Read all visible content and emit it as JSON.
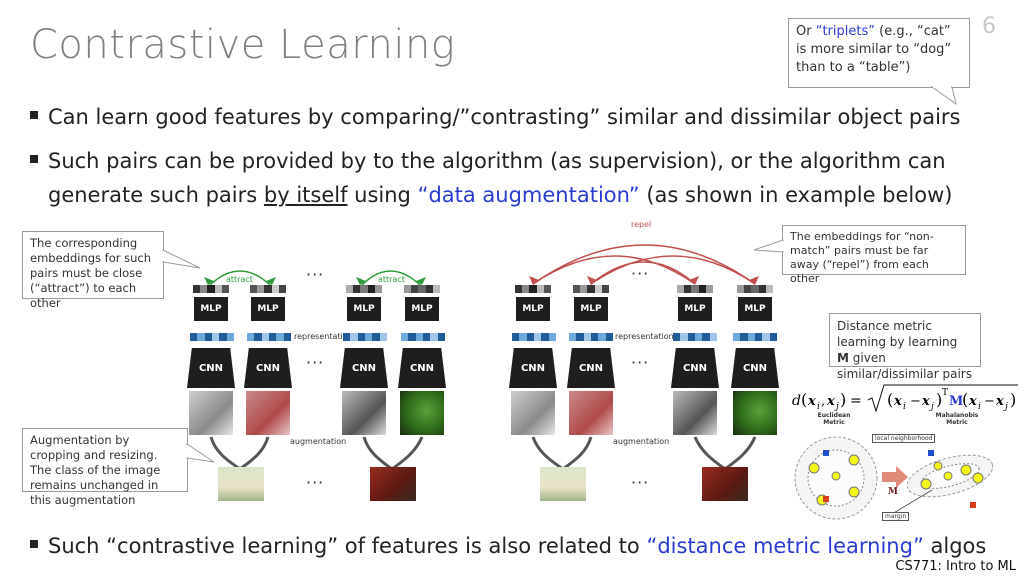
{
  "slide": {
    "title": "Contrastive Learning",
    "number": "6",
    "footer": "CS771: Intro to ML"
  },
  "bullets": [
    {
      "text": "Can learn good features by comparing/”contrasting” similar and dissimilar object pairs"
    },
    {
      "part1": "Such pairs can be provided by to the algorithm (as supervision), or the algorithm can",
      "part2": "generate such pairs ",
      "underline": "by itself",
      "part3": " using ",
      "highlight": "“data augmentation”",
      "part4": " (as shown in example below)"
    },
    {
      "part1": "Such “contrastive learning” of features is also related to ",
      "highlight": "“distance metric learning”",
      "part2": " algos"
    }
  ],
  "callouts": {
    "triplets": {
      "pre": "Or ",
      "highlight": "“triplets”",
      "post": " (e.g., “cat” is more similar to “dog” than to a “table”)"
    },
    "attract": "The corresponding embeddings for such pairs must be close (“attract”) to each other",
    "repel": "The embeddings for “non-match” pairs must be far away (“repel”) from each other",
    "augmentation": "Augmentation by cropping and resizing. The class of the image remains unchanged in this augmentation",
    "metric": {
      "pre": "Distance metric learning by learning ",
      "bold": "M",
      "post": " given similar/dissimilar pairs"
    }
  },
  "diagram": {
    "attract_label": "attract",
    "repel_label": "repel",
    "representation_label": "representation",
    "augmentation_label": "augmentation",
    "mlp_label": "MLP",
    "cnn_label": "CNN",
    "ellipsis": "···"
  },
  "metric_figure": {
    "euclidean_label": "Euclidean Metric",
    "mahalanobis_label": "Mahalanobis Metric",
    "local_label": "local neighborhood",
    "margin_label": "margin",
    "matrix_label": "M"
  },
  "colors": {
    "accent_blue": "#2a3bd1",
    "title_gray": "#7f7f7f",
    "attract_green": "#2e9b3a",
    "repel_red": "#c0504d",
    "block_dark": "#1e1e1e",
    "feature_blue": "#1f5c99",
    "metric_yellow": "#f5f51a"
  }
}
